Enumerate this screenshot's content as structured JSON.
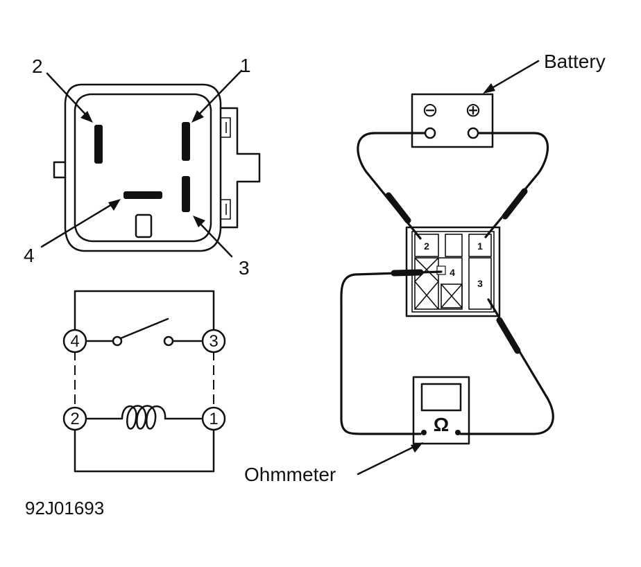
{
  "connector": {
    "pins": [
      {
        "id": "1",
        "label": "1"
      },
      {
        "id": "2",
        "label": "2"
      },
      {
        "id": "3",
        "label": "3"
      },
      {
        "id": "4",
        "label": "4"
      }
    ]
  },
  "schematic": {
    "terminals": [
      {
        "id": "4",
        "label": "4"
      },
      {
        "id": "3",
        "label": "3"
      },
      {
        "id": "2",
        "label": "2"
      },
      {
        "id": "1",
        "label": "1"
      }
    ]
  },
  "test_setup": {
    "battery_label": "Battery",
    "battery_neg_symbol": "⊖",
    "battery_pos_symbol": "⊕",
    "ohmmeter_label": "Ohmmeter",
    "ohm_symbol": "Ω",
    "relay_terminals": [
      {
        "id": "2",
        "label": "2"
      },
      {
        "id": "1",
        "label": "1"
      },
      {
        "id": "4",
        "label": "4"
      },
      {
        "id": "3",
        "label": "3"
      }
    ]
  },
  "figure_id": "92J01693"
}
